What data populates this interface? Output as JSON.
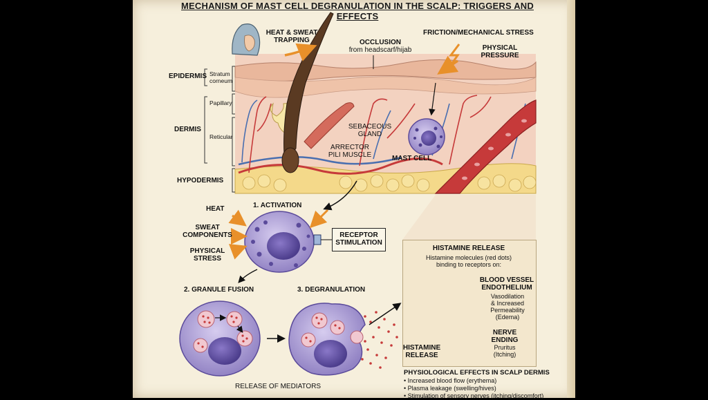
{
  "title": "MECHANISM OF MAST CELL DEGRANULATION IN THE SCALP: TRIGGERS AND EFFECTS",
  "top_labels": {
    "heat_sweat": "HEAT & SWEAT\nTRAPPING",
    "occlusion": "OCCLUSION",
    "occlusion_sub": "from headscarf/hijab",
    "friction": "FRICTION/MECHANICAL STRESS",
    "physical_pressure": "PHYSICAL\nPRESSURE"
  },
  "layers": {
    "epidermis": "EPIDERMIS",
    "stratum": "Stratum\ncorneum",
    "papillary": "Papillary",
    "dermis": "DERMIS",
    "reticular": "Reticular",
    "hypodermis": "HYPODERMIS"
  },
  "structures": {
    "sebaceous": "SEBACEOUS\nGLAND",
    "arrector": "ARRECTOR\nPILI MUSCLE",
    "mast_cell": "MAST CELL"
  },
  "activation": {
    "title": "1. ACTIVATION",
    "heat": "HEAT",
    "sweat": "SWEAT\nCOMPONENTS",
    "stress": "PHYSICAL\nSTRESS",
    "receptor": "RECEPTOR\nSTIMULATION"
  },
  "steps": {
    "fusion": "2. GRANULE FUSION",
    "degranulation": "3. DEGRANULATION",
    "release": "RELEASE OF MEDIATORS"
  },
  "histamine_panel": {
    "title": "HISTAMINE RELEASE",
    "desc": "Histamine molecules (red dots)\nbinding to receptors on:",
    "vessel_title": "BLOOD VESSEL\nENDOTHELIUM",
    "vessel_desc": "Vasodilation\n& Increased\nPermeability\n(Edema)",
    "nerve_title": "NERVE\nENDING",
    "nerve_desc": "Pruritus\n(Itching)",
    "release_label": "HISTAMINE\nRELEASE"
  },
  "effects": {
    "title": "PHYSIOLOGICAL EFFECTS IN SCALP DERMIS",
    "items": [
      "• Increased blood flow (erythema)",
      "• Plasma leakage (swelling/hives)",
      "• Stimulation of sensory nerves (itching/discomfort)"
    ]
  },
  "colors": {
    "page": "#f6efdc",
    "skin": "#f2c9b4",
    "vessel_red": "#c63a3a",
    "vessel_blue": "#4a6fb0",
    "cell_purple": "#9a8ac8",
    "nucleus": "#5a4a9a",
    "arrow_orange": "#e8902a"
  }
}
